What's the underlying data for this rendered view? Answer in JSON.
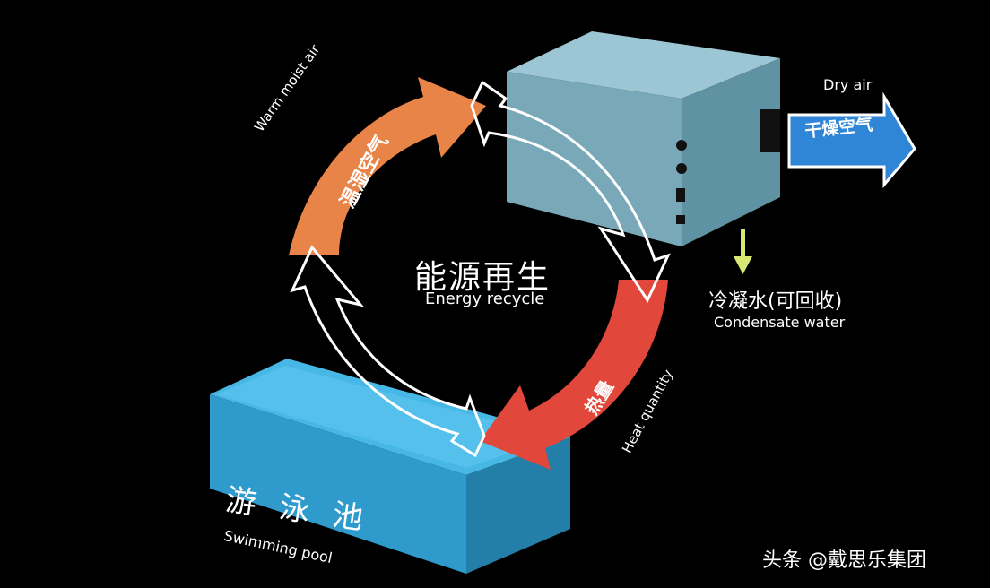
{
  "center": {
    "title_zh": "能源再生",
    "title_en": "Energy recycle"
  },
  "warm_air": {
    "label_en": "Warm moist air",
    "label_zh": "温湿空气"
  },
  "dry_air": {
    "label_en": "Dry air",
    "label_zh": "干燥空气"
  },
  "condensate": {
    "label_zh": "冷凝水(可回收)",
    "label_en": "Condensate water"
  },
  "heat": {
    "label_en": "Heat quantity",
    "label_zh": "热量"
  },
  "pool": {
    "label_zh": "游泳池",
    "label_en": "Swimming pool"
  },
  "watermark": "头条 @戴思乐集团",
  "colors": {
    "background": "#000000",
    "orange_arrow": "#e98448",
    "red_arrow": "#e2473b",
    "blue_arrow": "#2f86d6",
    "unit_body": "#7fa9b8",
    "pool_water": "#34a6d8",
    "condensate_arrow": "#d7e873"
  }
}
